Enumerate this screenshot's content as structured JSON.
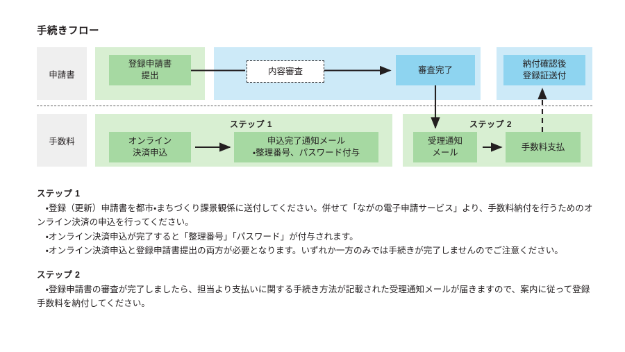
{
  "page": {
    "title": "手続きフロー"
  },
  "flow": {
    "rows": [
      {
        "label": "申請書"
      },
      {
        "label": "手数料"
      }
    ],
    "step_tags": [
      {
        "label": "ステップ 1"
      },
      {
        "label": "ステップ 2"
      }
    ],
    "nodes": {
      "application_submit": "登録申請書\n提出",
      "content_review": "内容審査",
      "review_complete": "審査完了",
      "certificate_send": "納付確認後\n登録証送付",
      "online_payment_apply": "オンライン\n決済申込",
      "application_complete_mail": "申込完了通知メール\n・整理番号、パスワード付与",
      "acceptance_mail": "受理通知\nメール",
      "fee_payment": "手数料支払"
    }
  },
  "colors": {
    "green_band": "#d8efd2",
    "green_node": "#a6d9a2",
    "blue_band": "#cdeaf8",
    "blue_node": "#8ed4f0",
    "gray_label": "#efefef",
    "line": "#231f20"
  },
  "sections": [
    {
      "heading": "ステップ 1",
      "paragraphs": [
        "・登録（更新）申請書を都市・まちづくり課景観係に送付してください。併せて「ながの電子申請サービス」より、手数料納付を行うためのオンライン決済の申込を行ってください。",
        "・オンライン決済申込が完了すると「整理番号」「パスワード」が付与されます。",
        "・オンライン決済申込と登録申請書提出の両方が必要となります。いずれか一方のみでは手続きが完了しませんのでご注意ください。"
      ]
    },
    {
      "heading": "ステップ 2",
      "paragraphs": [
        "・登録申請書の審査が完了しましたら、担当より支払いに関する手続き方法が記載された受理通知メールが届きますので、案内に従って登録手数料を納付してください。"
      ]
    }
  ]
}
